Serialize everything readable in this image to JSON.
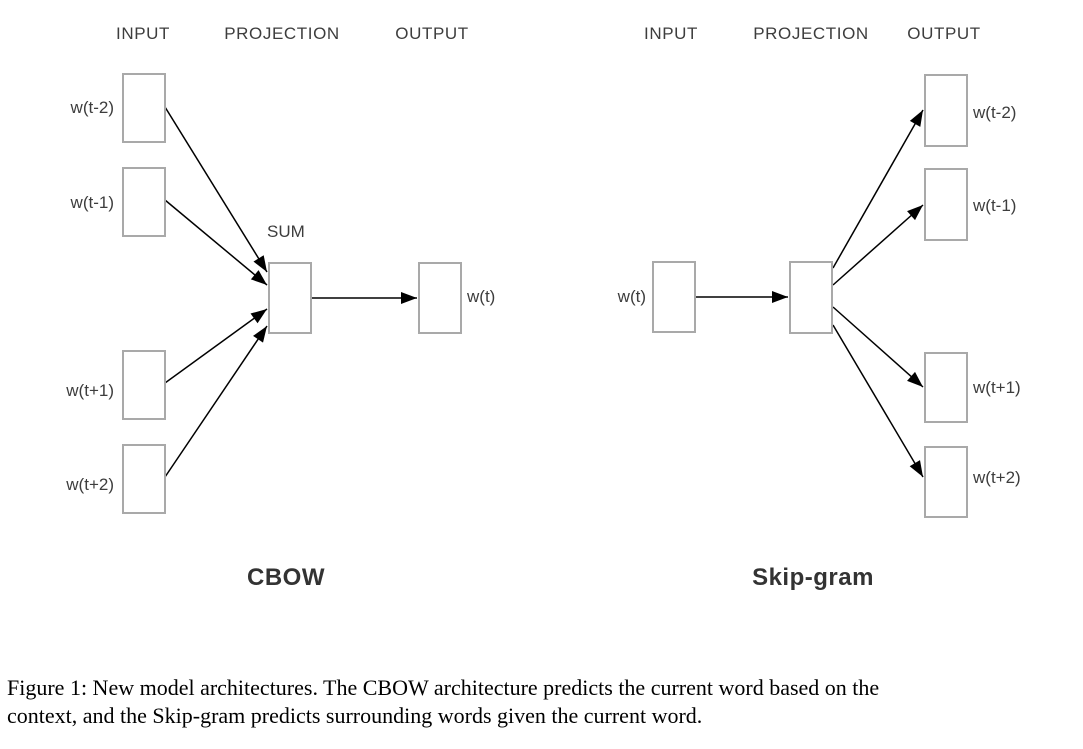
{
  "figure": {
    "cbow": {
      "column_headers": [
        "INPUT",
        "PROJECTION",
        "OUTPUT"
      ],
      "input_labels": [
        "w(t-2)",
        "w(t-1)",
        "w(t+1)",
        "w(t+2)"
      ],
      "projection_label": "SUM",
      "output_label": "w(t)",
      "title": "CBOW"
    },
    "skipgram": {
      "column_headers": [
        "INPUT",
        "PROJECTION",
        "OUTPUT"
      ],
      "input_label": "w(t)",
      "output_labels": [
        "w(t-2)",
        "w(t-1)",
        "w(t+1)",
        "w(t+2)"
      ],
      "title": "Skip-gram"
    },
    "caption": {
      "line1": "Figure 1: New model architectures. The CBOW architecture predicts the current word based on the",
      "line2": "context, and the Skip-gram predicts surrounding words given the current word."
    }
  },
  "colors": {
    "box_border": "#a9a9a9",
    "arrow": "#000000",
    "label_text": "#3d3d3d",
    "caption_text": "#000000"
  }
}
